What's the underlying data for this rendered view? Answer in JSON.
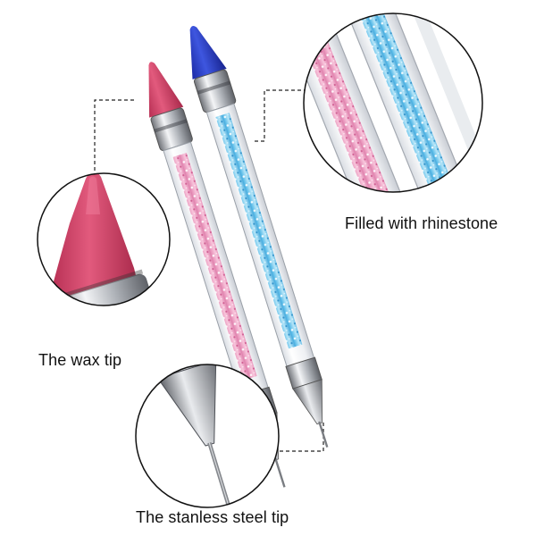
{
  "labels": {
    "rhinestone": "Filled with rhinestone",
    "wax_tip": "The wax tip",
    "steel_tip": "The stanless steel tip"
  },
  "colors": {
    "wax_pink": "#d8456a",
    "wax_blue": "#2b3fc8",
    "rhinestone_pink": "#f3a6c8",
    "rhinestone_blue": "#7fcff0",
    "steel": "#b9bcc2",
    "outline": "#222222"
  },
  "icons": [
    "pink-wax-pen",
    "blue-wax-pen",
    "wax-tip-zoom",
    "rhinestone-zoom",
    "steel-tip-zoom"
  ]
}
